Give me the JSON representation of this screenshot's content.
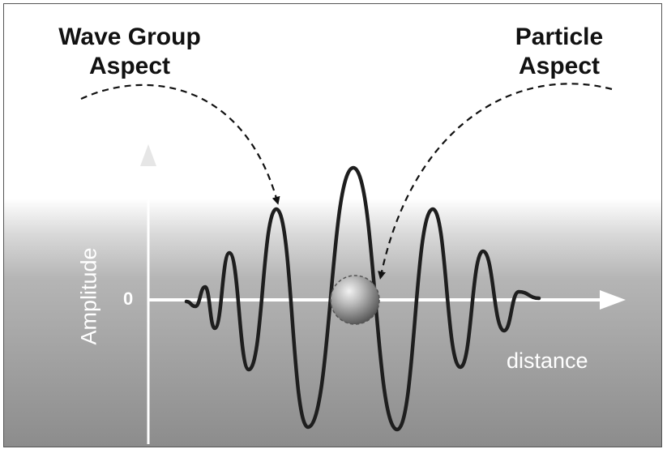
{
  "labels": {
    "wave_group_line1": "Wave Group",
    "wave_group_line2": "Aspect",
    "particle_line1": "Particle",
    "particle_line2": "Aspect"
  },
  "axes": {
    "y_label": "Amplitude",
    "x_label": "distance",
    "origin_label": "0"
  },
  "colors": {
    "background_top": "#ffffff",
    "background_bottom": "#8f8f8f",
    "wave": "#1e1e1e",
    "axis": "#ffffff",
    "particle": "#9a9a9a",
    "text": "#111111"
  },
  "icons": {
    "particle": "sphere"
  }
}
